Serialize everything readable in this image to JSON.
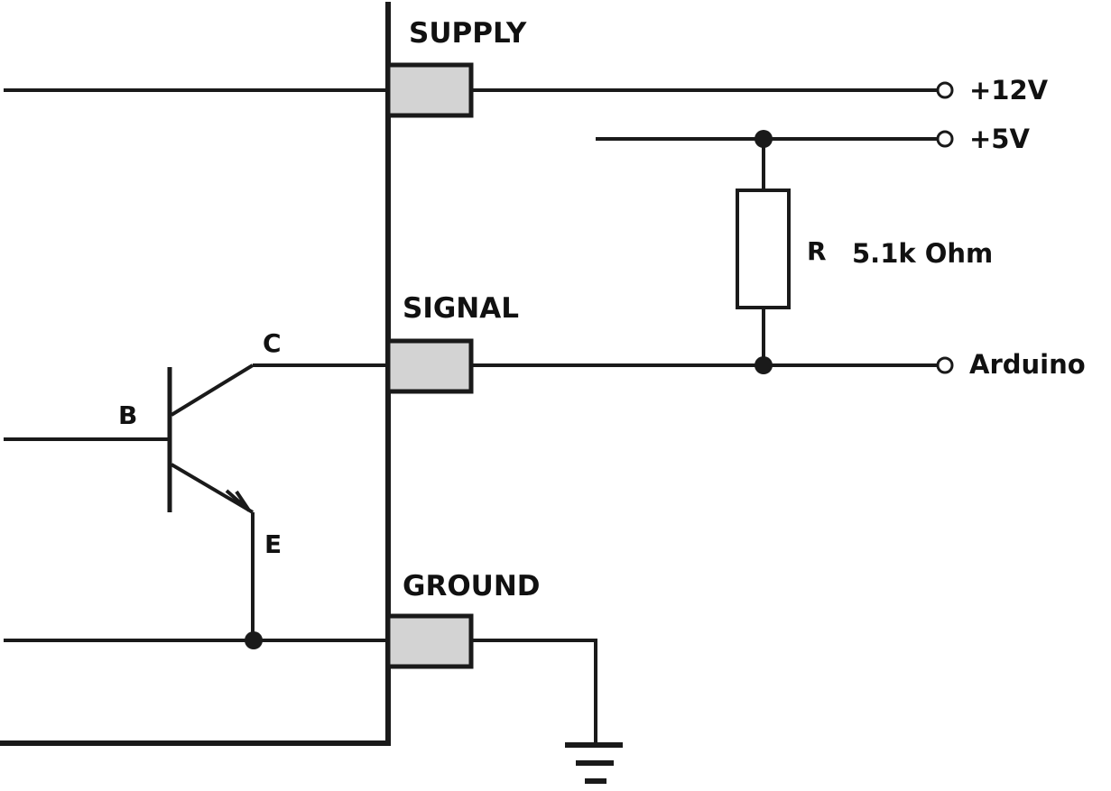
{
  "terminals": {
    "supply": "SUPPLY",
    "signal": "SIGNAL",
    "ground": "GROUND"
  },
  "transistor": {
    "collector": "C",
    "base": "B",
    "emitter": "E"
  },
  "outputs": {
    "v12": "+12V",
    "v5": "+5V",
    "arduino": "Arduino"
  },
  "resistor": {
    "symbol": "R",
    "value": "5.1k Ohm"
  },
  "colors": {
    "line": "#1a1a1a",
    "terminal_fill": "#d3d3d3",
    "background": "#ffffff"
  }
}
